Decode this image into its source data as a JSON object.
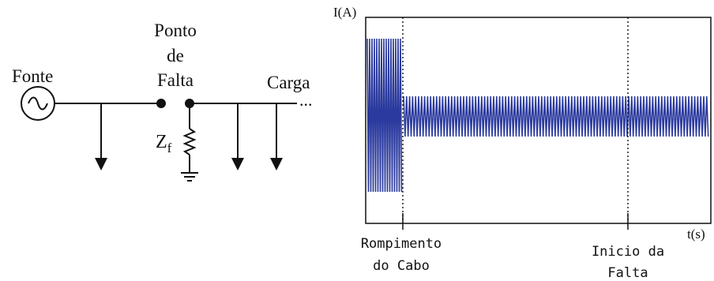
{
  "circuit": {
    "source_label": "Fonte",
    "fault_point_label": [
      "Ponto",
      "de",
      "Falta"
    ],
    "load_label": "Carga",
    "continuation": "...",
    "impedance_label": {
      "base": "Z",
      "subscript": "f"
    }
  },
  "chart_data": {
    "type": "line",
    "ylabel": "I(A)",
    "xlabel": "t(s)",
    "waveform_color": "#2b3a9e",
    "events": [
      {
        "name": "cable_break",
        "label": [
          "Rompimento",
          "do Cabo"
        ]
      },
      {
        "name": "fault_start",
        "label": [
          "Inicio da",
          "Falta"
        ]
      }
    ]
  }
}
